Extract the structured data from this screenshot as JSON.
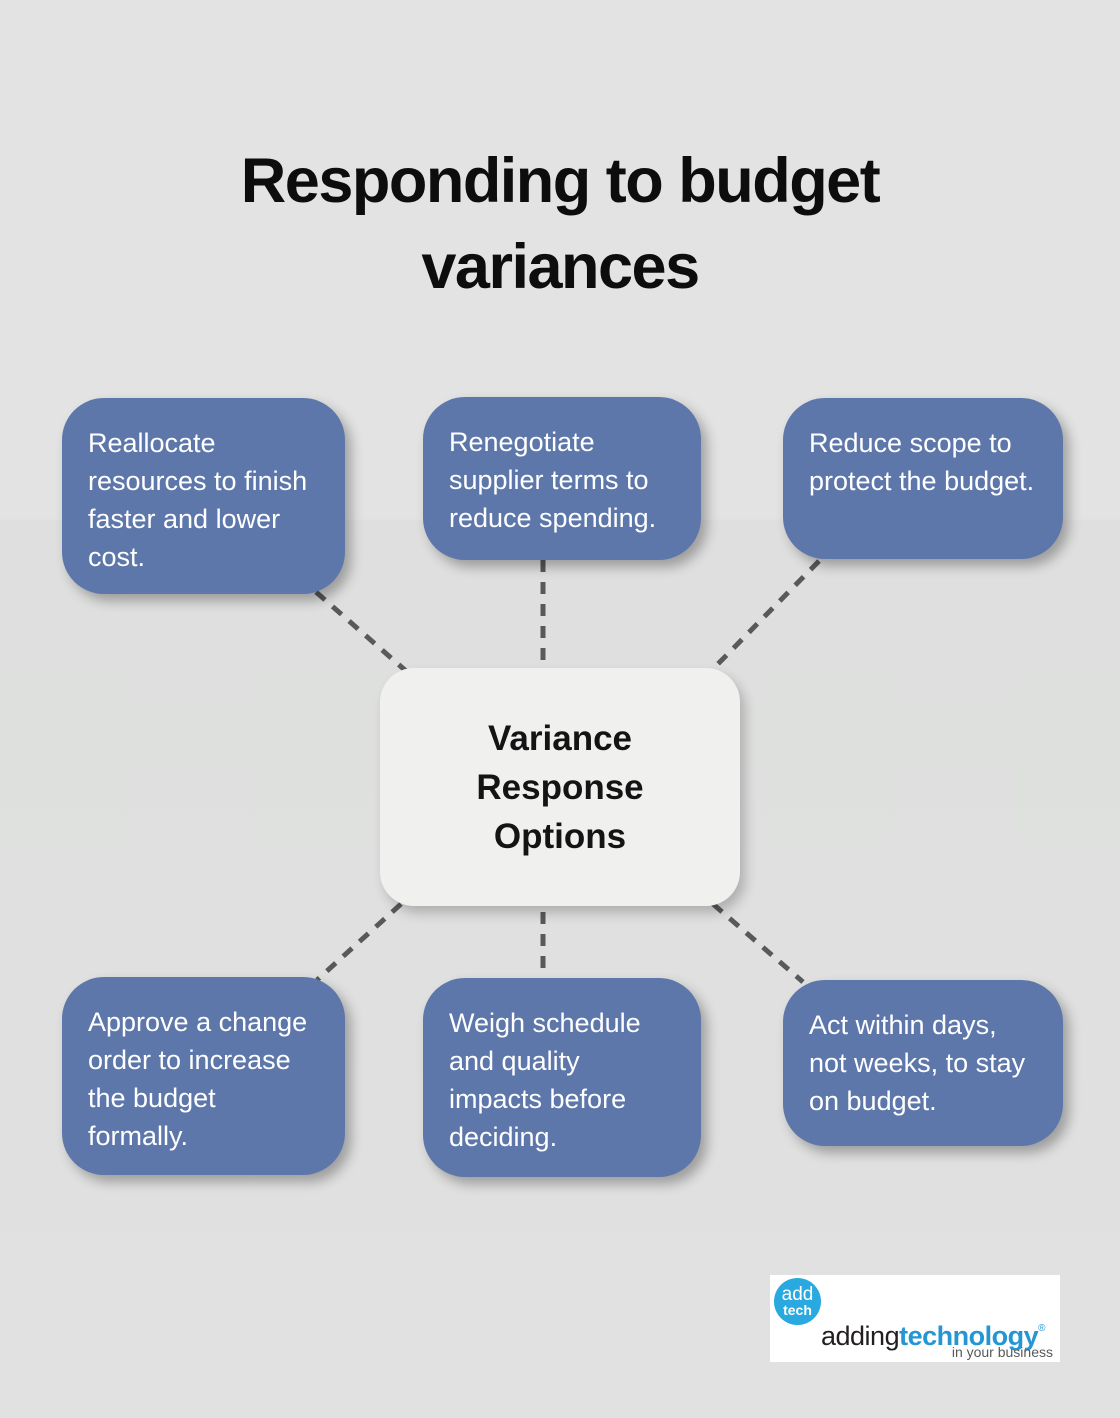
{
  "title": "Responding to budget variances",
  "center_node": {
    "label": "Variance Response Options"
  },
  "nodes": [
    {
      "position": "top-left",
      "text": "Reallocate resources to finish faster and lower cost."
    },
    {
      "position": "top-middle",
      "text": "Renegotiate supplier terms to reduce spending."
    },
    {
      "position": "top-right",
      "text": "Reduce scope to protect the budget."
    },
    {
      "position": "bottom-left",
      "text": "Approve a change order to increase the budget formally."
    },
    {
      "position": "bottom-middle",
      "text": "Weigh schedule and quality impacts before deciding."
    },
    {
      "position": "bottom-right",
      "text": "Act within days, not weeks, to stay on budget."
    }
  ],
  "logo": {
    "badge_line1": "add",
    "badge_line2": "tech",
    "brand_dark": "adding",
    "brand_blue": "technology",
    "registered_mark": "®",
    "tagline": "in your business"
  },
  "colors": {
    "background": "#e0e1e0",
    "node_fill": "#5d77ab",
    "node_text": "#ffffff",
    "center_fill": "#f0f0ef",
    "center_text": "#141414",
    "connector": "#58595b",
    "title_text": "#0d0d0d",
    "logo_badge_blue": "#29a9df",
    "logo_brand_blue": "#2596d3",
    "logo_tagline_gray": "#58595b"
  }
}
